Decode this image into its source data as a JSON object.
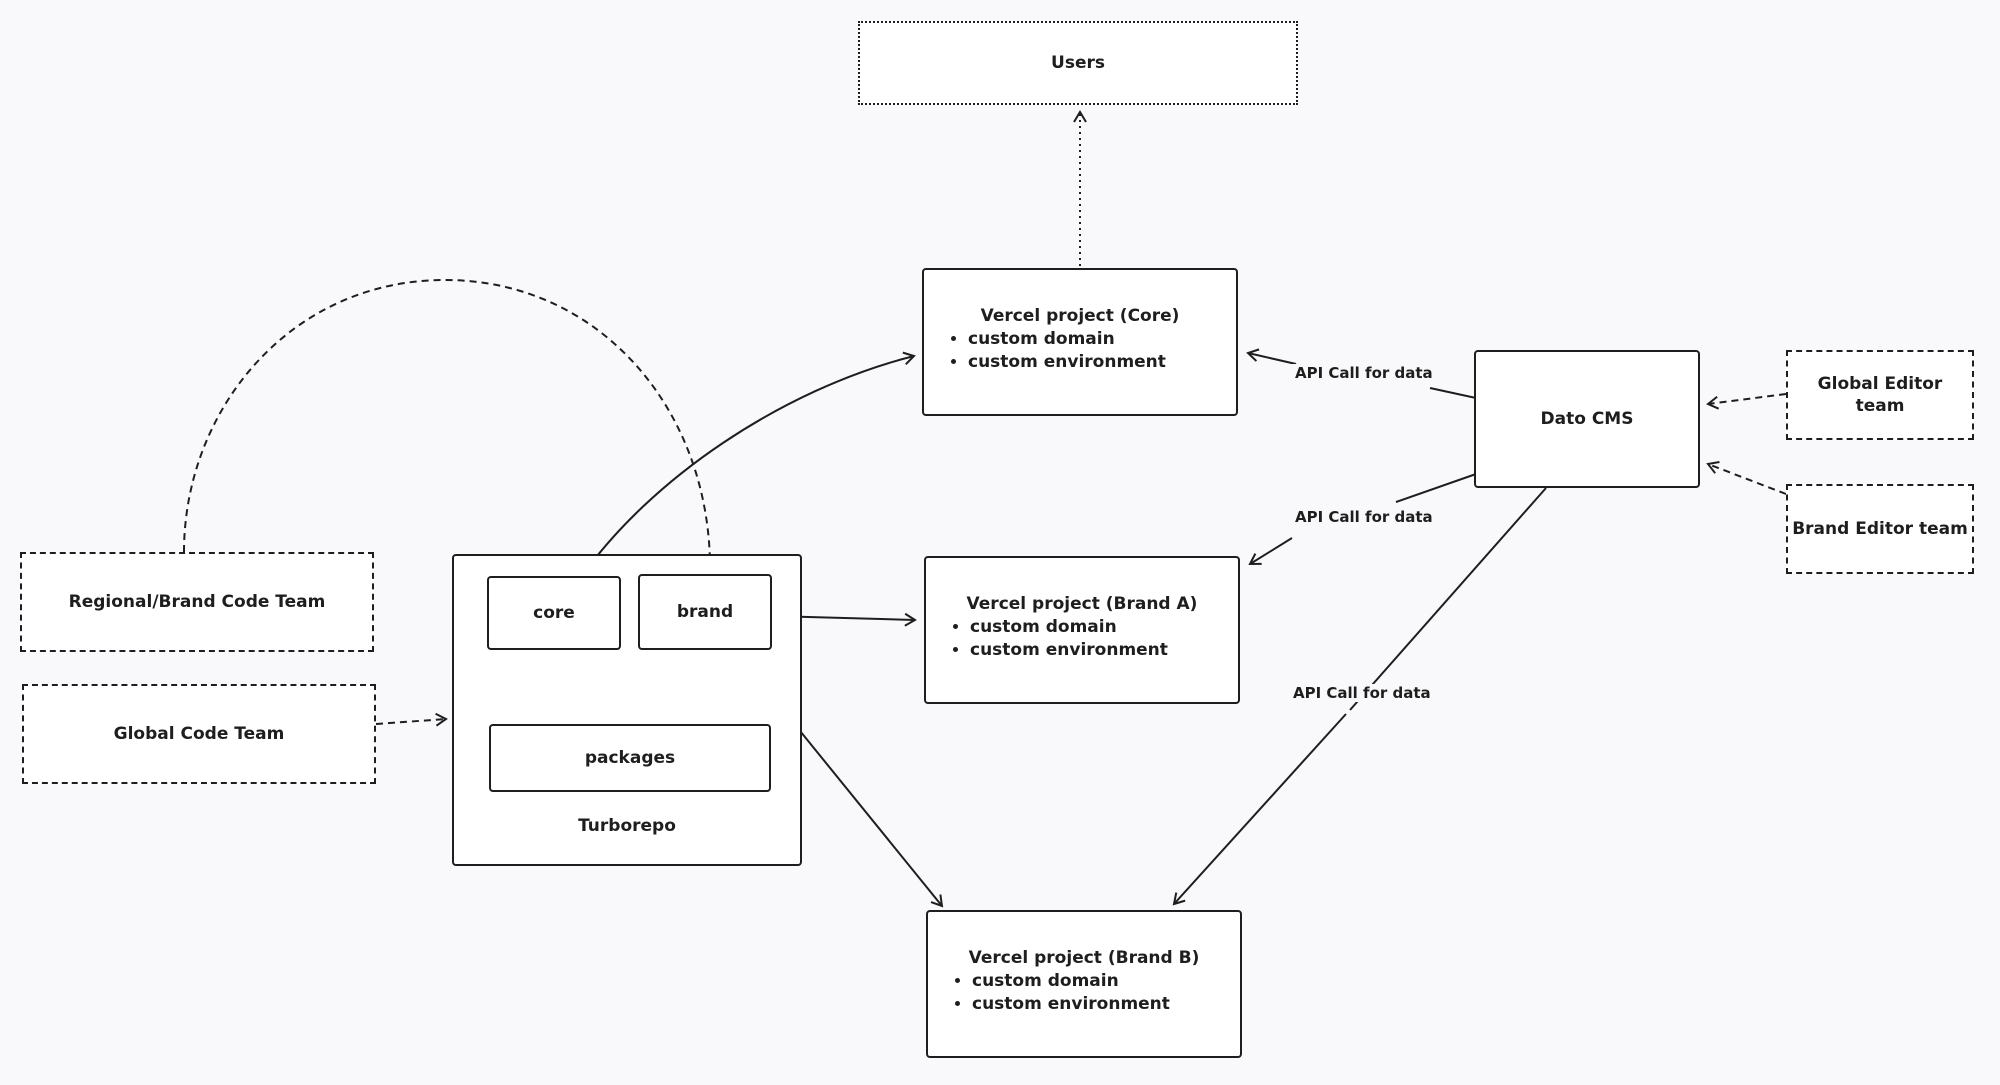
{
  "nodes": {
    "users": "Users",
    "vercel_core": {
      "title": "Vercel project (Core)",
      "bullets": [
        "custom domain",
        "custom environment"
      ]
    },
    "vercel_brand_a": {
      "title": "Vercel project (Brand A)",
      "bullets": [
        "custom domain",
        "custom environment"
      ]
    },
    "vercel_brand_b": {
      "title": "Vercel project (Brand B)",
      "bullets": [
        "custom domain",
        "custom environment"
      ]
    },
    "dato_cms": "Dato CMS",
    "global_editor_team": "Global Editor team",
    "brand_editor_team": "Brand Editor team",
    "regional_brand_code_team": "Regional/Brand Code Team",
    "global_code_team": "Global Code Team",
    "turborepo": "Turborepo",
    "core": "core",
    "brand": "brand",
    "packages": "packages"
  },
  "edge_labels": {
    "api_core": "API Call for data",
    "api_brand_a": "API Call for data",
    "api_brand_b": "API Call for data"
  }
}
